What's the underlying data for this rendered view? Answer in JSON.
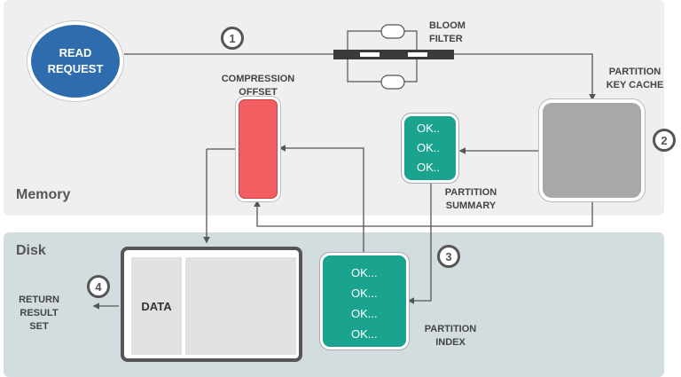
{
  "zones": {
    "memory": "Memory",
    "disk": "Disk"
  },
  "read_request": {
    "line1": "READ",
    "line2": "REQUEST",
    "color": "#2e6cad"
  },
  "bloom_filter": {
    "line1": "BLOOM",
    "line2": "FILTER"
  },
  "partition_key_cache": {
    "line1": "PARTITION",
    "line2": "KEY CACHE"
  },
  "compression_offset": {
    "line1": "COMPRESSION",
    "line2": "OFFSET",
    "color": "#f25f63"
  },
  "partition_summary": {
    "line1": "PARTITION",
    "line2": "SUMMARY",
    "entries": [
      "OK..",
      "OK..",
      "OK.."
    ],
    "color": "#1aa38f"
  },
  "partition_index": {
    "line1": "PARTITION",
    "line2": "INDEX",
    "entries": [
      "OK...",
      "OK...",
      "OK...",
      "OK..."
    ],
    "color": "#1aa38f"
  },
  "data": {
    "label": "DATA"
  },
  "return_result": {
    "line1": "RETURN",
    "line2": "RESULT",
    "line3": "SET"
  },
  "steps": [
    "1",
    "2",
    "3",
    "4"
  ]
}
